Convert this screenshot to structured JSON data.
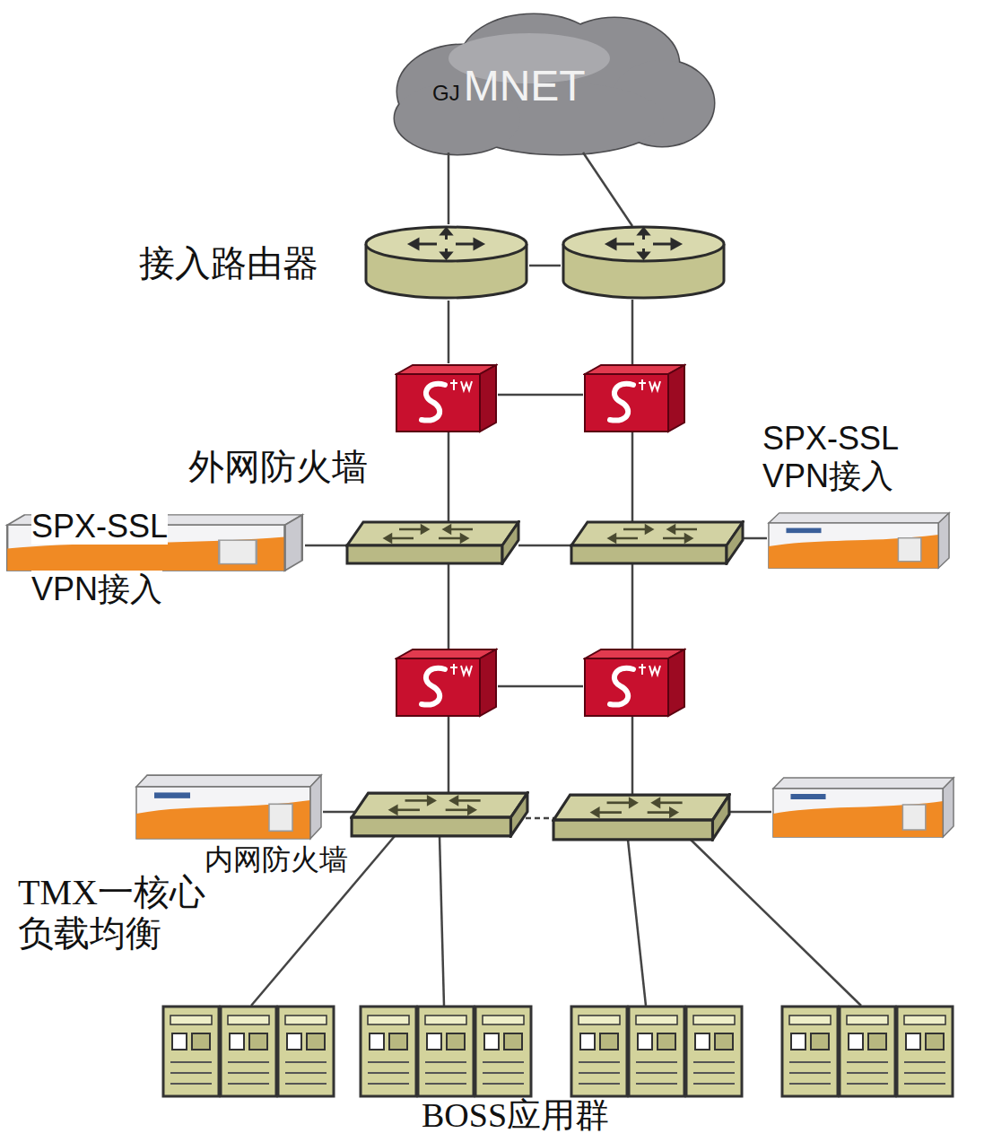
{
  "diagram": {
    "nodes": [
      {
        "text": [
          "GJ",
          "MNET"
        ]
      },
      {
        "text": [
          "接入路由器"
        ]
      },
      {
        "text": [
          "外网防火墙"
        ]
      },
      {
        "text": [
          "SPX-SSL VPN接入"
        ]
      },
      {
        "text": [
          "SPX-SSL VPN接入"
        ]
      },
      {
        "text": [
          "TMX一核心 负载均衡"
        ]
      }
    ],
    "edges": [
      {
        "from": 0,
        "to": 1,
        "arrow": "none"
      },
      {
        "from": 1,
        "to": 2,
        "arrow": "none"
      }
    ],
    "labels": [
      "内网防火墙",
      "BOSS应用群"
    ]
  }
}
